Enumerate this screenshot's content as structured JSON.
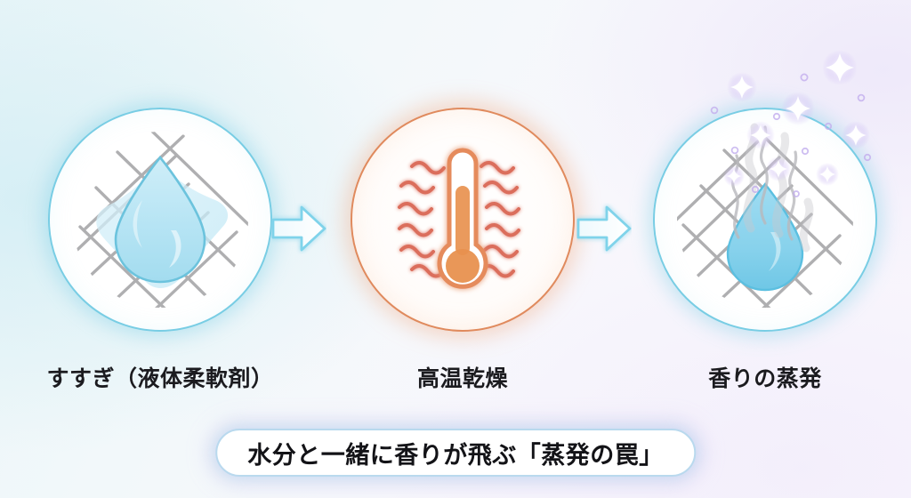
{
  "background": {
    "base_color": "#f2f8fa",
    "tint_cyan": "#c4e9f2",
    "tint_lavender": "#c4b2f0"
  },
  "steps": [
    {
      "id": "rinse",
      "label": "すすぎ（液体柔軟剤）",
      "icon": "water-droplet-on-fabric-icon",
      "circle_border_color": "#78cde4",
      "accent_color": "#7ec8e3"
    },
    {
      "id": "high-heat-dry",
      "label": "高温乾燥",
      "icon": "thermometer-heat-icon",
      "circle_border_color": "#e08a5d",
      "accent_color": "#e8915e"
    },
    {
      "id": "fragrance-evaporation",
      "label": "香りの蒸発",
      "icon": "evaporating-droplet-sparkles-icon",
      "circle_border_color": "#78cde4",
      "accent_color": "#7ec8e3"
    }
  ],
  "arrows": [
    {
      "id": "arrow-step1-to-step2",
      "icon": "right-arrow-icon",
      "color": "#7fd3ea"
    },
    {
      "id": "arrow-step2-to-step3",
      "icon": "right-arrow-icon",
      "color": "#7fd3ea"
    }
  ],
  "banner": {
    "text": "水分と一緒に香りが飛ぶ「蒸発の罠」",
    "border_color": "#b9d9ee",
    "background_color": "#ffffff",
    "text_color": "#131317"
  }
}
